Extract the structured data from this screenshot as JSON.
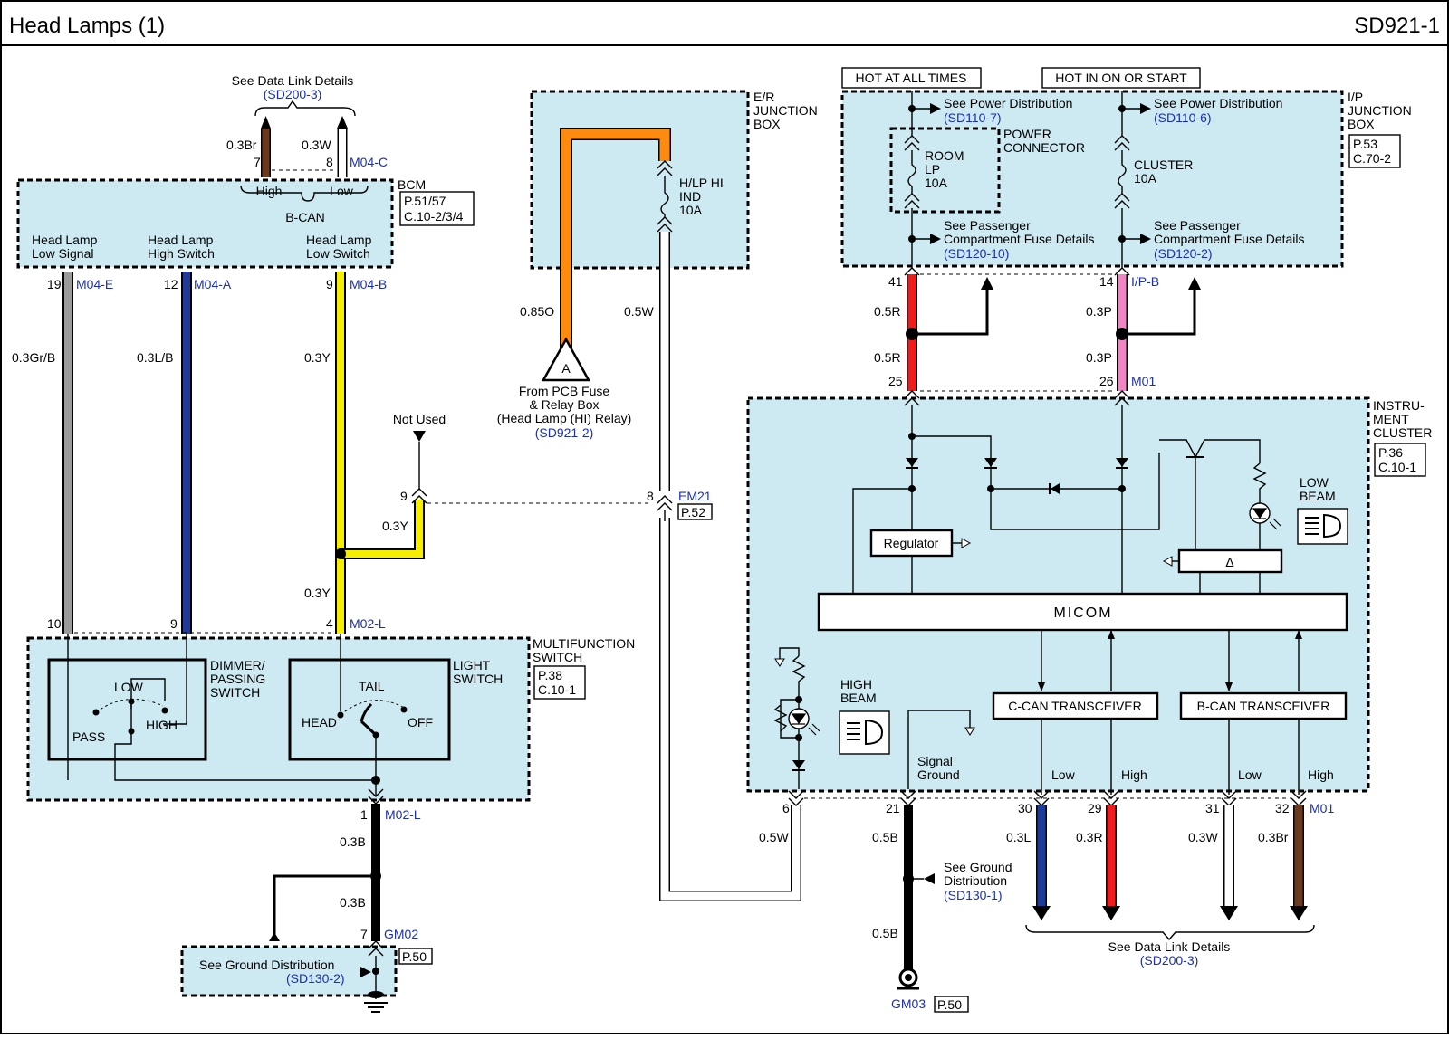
{
  "header": {
    "title": "Head Lamps (1)",
    "code": "SD921-1"
  },
  "colors": {
    "module_fill": "#cde9f1",
    "link_blue": "#1a2fb5"
  },
  "data_link_top": {
    "label": "See Data Link Details",
    "ref": "(SD200-3)",
    "wire1": "0.3Br",
    "wire2": "0.3W",
    "pin1": "7",
    "pin2": "8",
    "connector": "M04-C"
  },
  "bcm": {
    "name": "BCM",
    "ref1": "P.51/57",
    "ref2": "C.10-2/3/4",
    "can_label": "B-CAN",
    "can_high": "High",
    "can_low": "Low",
    "sig1_a": "Head Lamp",
    "sig1_b": "Low Signal",
    "sig2_a": "Head Lamp",
    "sig2_b": "High Switch",
    "sig3_a": "Head Lamp",
    "sig3_b": "Low Switch",
    "pin_a": "19",
    "conn_a": "M04-E",
    "pin_b": "12",
    "conn_b": "M04-A",
    "pin_c": "9",
    "conn_c": "M04-B"
  },
  "wires_left": {
    "w1": "0.3Gr/B",
    "w2": "0.3L/B",
    "w3a": "0.3Y",
    "w3b": "0.3Y",
    "w3c": "0.3Y",
    "not_used": "Not Used",
    "pin_nu": "9"
  },
  "mfs": {
    "name1": "MULTIFUNCTION",
    "name2": "SWITCH",
    "ref1": "P.38",
    "ref2": "C.10-1",
    "pin_a": "10",
    "pin_b": "9",
    "pin_c": "4",
    "conn": "M02-L",
    "dimmer1": "DIMMER/",
    "dimmer2": "PASSING",
    "dimmer3": "SWITCH",
    "low": "LOW",
    "high": "HIGH",
    "pass": "PASS",
    "light1": "LIGHT",
    "light2": "SWITCH",
    "tail": "TAIL",
    "head": "HEAD",
    "off": "OFF"
  },
  "ground_left": {
    "pin1": "1",
    "conn1": "M02-L",
    "wire1": "0.3B",
    "wire2": "0.3B",
    "pin2": "7",
    "conn2": "GM02",
    "ref": "P.50",
    "label": "See Ground Distribution",
    "label_ref": "(SD130-2)"
  },
  "er_box": {
    "name1": "E/R",
    "name2": "JUNCTION",
    "name3": "BOX",
    "fuse1": "H/LP HI",
    "fuse2": "IND",
    "fuse3": "10A",
    "wire_o": "0.85O",
    "wire_w": "0.5W",
    "conn_letter": "A",
    "from1": "From PCB Fuse",
    "from2": "& Relay Box",
    "from3": "(Head Lamp (HI) Relay)",
    "from_ref": "(SD921-2)",
    "pin_em": "8",
    "conn_em": "EM21",
    "ref_em": "P.52"
  },
  "ip_box": {
    "hot1": "HOT AT ALL TIMES",
    "hot2": "HOT IN ON OR START",
    "name1": "I/P",
    "name2": "JUNCTION",
    "name3": "BOX",
    "ref1": "P.53",
    "ref2": "C.70-2",
    "pd1": "See Power Distribution",
    "pd1_ref": "(SD110-7)",
    "pd2": "See Power Distribution",
    "pd2_ref": "(SD110-6)",
    "room1": "ROOM",
    "room2": "LP",
    "room3": "10A",
    "pc1": "POWER",
    "pc2": "CONNECTOR",
    "cl1": "CLUSTER",
    "cl2": "10A",
    "pf1a": "See Passenger",
    "pf1b": "Compartment Fuse Details",
    "pf1_ref": "(SD120-10)",
    "pf2a": "See Passenger",
    "pf2b": "Compartment Fuse Details",
    "pf2_ref": "(SD120-2)",
    "pin_a": "41",
    "pin_b": "14",
    "conn": "I/P-B",
    "wr1": "0.5R",
    "wr2": "0.5R",
    "wp1": "0.3P",
    "wp2": "0.3P"
  },
  "cluster": {
    "name1": "INSTRU-",
    "name2": "MENT",
    "name3": "CLUSTER",
    "ref1": "P.36",
    "ref2": "C.10-1",
    "pin_a": "25",
    "pin_b": "26",
    "conn": "M01",
    "regulator": "Regulator",
    "delta": "Δ",
    "micom": "MICOM",
    "low_beam1": "LOW",
    "low_beam2": "BEAM",
    "high_beam1": "HIGH",
    "high_beam2": "BEAM",
    "sig_gnd1": "Signal",
    "sig_gnd2": "Ground",
    "ccan": "C-CAN TRANSCEIVER",
    "bcan": "B-CAN TRANSCEIVER",
    "low1": "Low",
    "high1": "High",
    "low2": "Low",
    "high2": "High"
  },
  "bottom": {
    "pin6": "6",
    "w6": "0.5W",
    "pin21": "21",
    "w21a": "0.5B",
    "w21b": "0.5B",
    "gd_label1": "See Ground",
    "gd_label2": "Distribution",
    "gd_ref": "(SD130-1)",
    "gnd_conn": "GM03",
    "gnd_ref": "P.50",
    "pin30": "30",
    "w30": "0.3L",
    "pin29": "29",
    "w29": "0.3R",
    "pin31": "31",
    "w31": "0.3W",
    "pin32": "32",
    "w32": "0.3Br",
    "conn": "M01",
    "dl_label": "See Data Link Details",
    "dl_ref": "(SD200-3)"
  }
}
